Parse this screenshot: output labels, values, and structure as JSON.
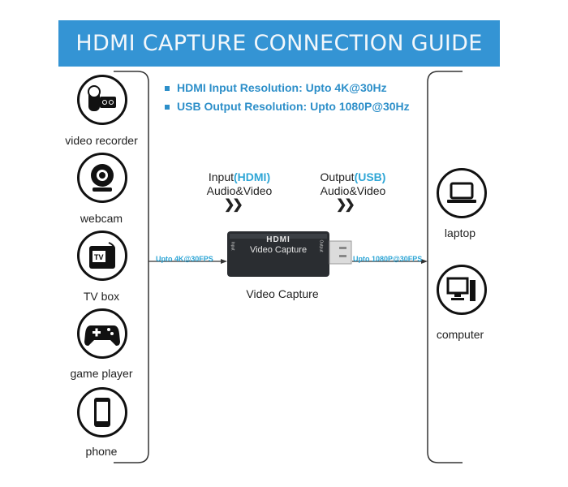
{
  "title": "HDMI CAPTURE CONNECTION GUIDE",
  "specs": [
    "HDMI Input Resolution: Upto 4K@30Hz",
    "USB Output Resolution: Upto 1080P@30Hz"
  ],
  "sources": [
    {
      "label": "video recorder",
      "icon": "video-recorder-icon"
    },
    {
      "label": "webcam",
      "icon": "webcam-icon"
    },
    {
      "label": "TV box",
      "icon": "tv-box-icon"
    },
    {
      "label": "game player",
      "icon": "gamepad-icon"
    },
    {
      "label": "phone",
      "icon": "phone-icon"
    }
  ],
  "destinations": [
    {
      "label": "laptop",
      "icon": "laptop-icon"
    },
    {
      "label": "computer",
      "icon": "computer-icon"
    }
  ],
  "input": {
    "word": "Input",
    "type": "(HDMI)",
    "sub": "Audio&Video",
    "speed": "Upto 4K@30FPS"
  },
  "output": {
    "word": "Output",
    "type": "(USB)",
    "sub": "Audio&Video",
    "speed": "Upto 1080P@30FPS"
  },
  "device": {
    "brand": "HDMI",
    "name": "Video Capture",
    "port_in": "Input",
    "port_out": "Output",
    "caption": "Video Capture"
  },
  "colors": {
    "banner": "#3494d4",
    "accent": "#2fa6d6"
  }
}
